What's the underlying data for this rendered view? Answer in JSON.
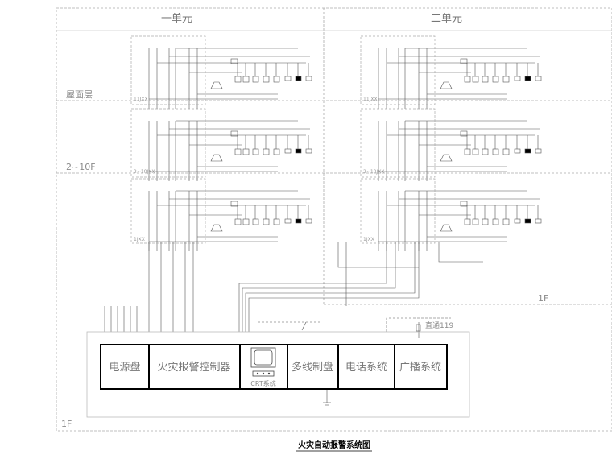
{
  "units": [
    "一单元",
    "二单元"
  ],
  "floors": {
    "roof": "屋面层",
    "mid": "2~10F",
    "ground_right": "1F",
    "ground_left": "1F"
  },
  "junction_boxes": [
    "11JXX",
    "2~10JXX",
    "1JXX"
  ],
  "panels": [
    "电源盘",
    "火灾报警控制器",
    "CRT系统",
    "多线制盘",
    "电话系统",
    "广播系统"
  ],
  "direct_line": "直通119",
  "title": "火灾自动报警系统图",
  "colors": {
    "line": "#555555",
    "dashed": "#999999",
    "thick": "#000000"
  }
}
